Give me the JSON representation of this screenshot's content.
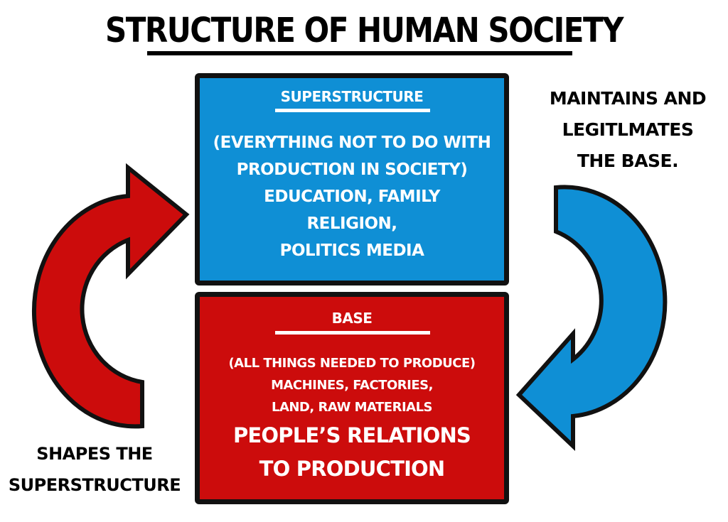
{
  "title": "STRUCTURE OF HUMAN SOCIETY",
  "superstructure": {
    "heading": "SUPERSTRUCTURE",
    "lines": [
      "(EVERYTHING NOT TO DO WITH",
      "PRODUCTION IN SOCIETY)",
      "EDUCATION, FAMILY",
      "RELIGION,",
      "POLITICS MEDIA"
    ],
    "color": "#0f8fd5"
  },
  "base": {
    "heading": "BASE",
    "small_lines": [
      "(ALL THINGS NEEDED TO PRODUCE)",
      "MACHINES, FACTORIES,",
      "LAND, RAW MATERIALS"
    ],
    "big_lines": [
      "PEOPLE’S RELATIONS",
      "TO PRODUCTION"
    ],
    "color": "#cc0c0c"
  },
  "right_caption": [
    "MAINTAINS AND",
    "LEGITLMATES",
    "THE BASE."
  ],
  "left_caption": [
    "SHAPES THE",
    "SUPERSTRUCTURE"
  ]
}
